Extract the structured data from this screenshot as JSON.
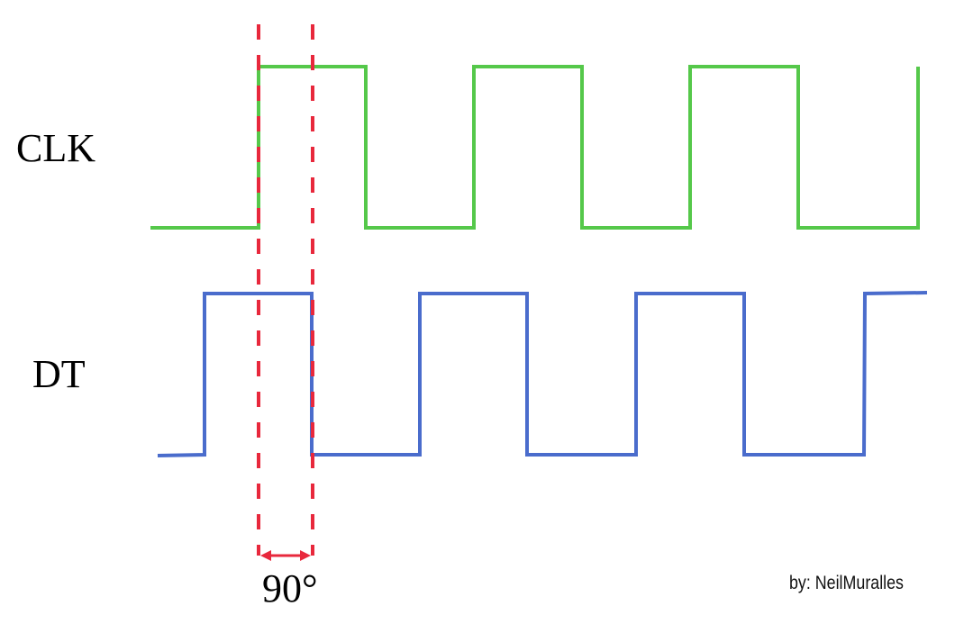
{
  "signals": [
    {
      "label": "CLK",
      "color": "#55c84a"
    },
    {
      "label": "DT",
      "color": "#4a6ccc"
    }
  ],
  "phase_marker": {
    "label": "90°",
    "color": "#e8283c"
  },
  "credit": "by: NeilMuralles"
}
